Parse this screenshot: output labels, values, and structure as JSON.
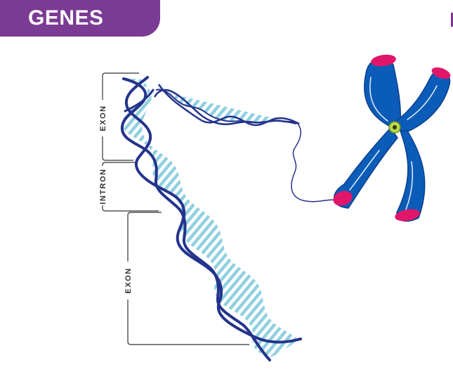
{
  "header": {
    "title": "GENES"
  },
  "labels": {
    "exon_top": "EXON",
    "intron": "INTRON",
    "exon_bottom": "EXON"
  },
  "icons": {
    "chromosome": "chromosome-icon",
    "dna_helix": "dna-double-helix-icon"
  },
  "colors": {
    "title_bg": "#7b3a93",
    "strand": "#24338c",
    "rung": "#8fd0e0",
    "chromosome": "#0b5cb8",
    "telomere": "#e0166a",
    "centromere": "#b8d94a"
  }
}
